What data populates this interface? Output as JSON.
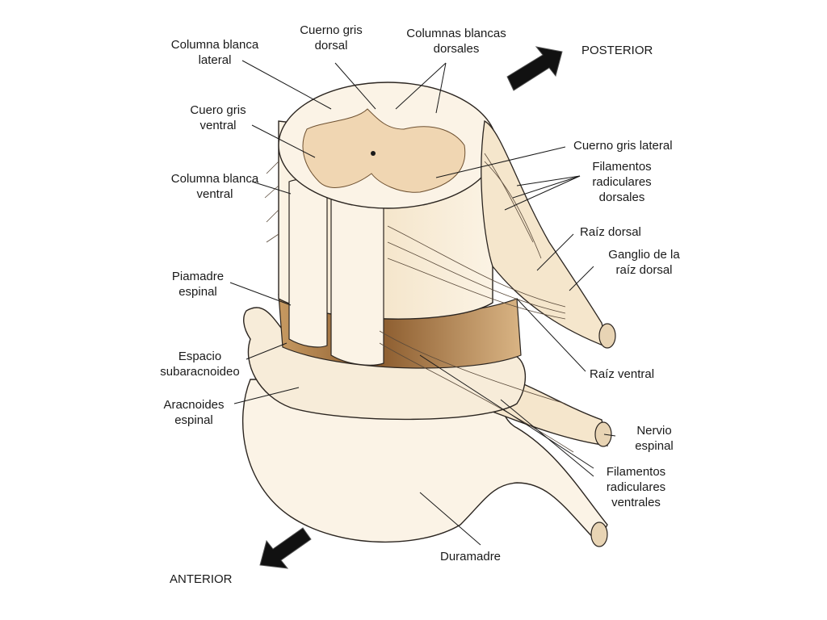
{
  "labels": {
    "columna_blanca_lateral": "Columna blanca\nlateral",
    "cuerno_gris_dorsal": "Cuerno gris\ndorsal",
    "columnas_blancas_dorsales": "Columnas blancas\ndorsales",
    "posterior": "POSTERIOR",
    "cuero_gris_ventral": "Cuero gris\nventral",
    "cuerno_gris_lateral": "Cuerno gris lateral",
    "filamentos_radiculares_dorsales": "Filamentos\nradiculares\ndorsales",
    "columna_blanca_ventral": "Columna blanca\nventral",
    "raiz_dorsal": "Raíz dorsal",
    "ganglio_raiz_dorsal": "Ganglio de la\nraíz dorsal",
    "piamadre_espinal": "Piamadre\nespinal",
    "espacio_subaracnoideo": "Espacio\nsubaracnoideo",
    "raiz_ventral": "Raíz ventral",
    "aracnoides_espinal": "Aracnoides\nespinal",
    "nervio_espinal": "Nervio\nespinal",
    "filamentos_radiculares_ventrales": "Filamentos\nradiculares\nventrales",
    "duramadre": "Duramadre",
    "anterior": "ANTERIOR"
  },
  "colors": {
    "tissue": "#f7ecd9",
    "gray_matter": "#f0d6b2",
    "outline": "#2b2520",
    "brown": "#9a6a3c",
    "arrow": "#111111"
  }
}
